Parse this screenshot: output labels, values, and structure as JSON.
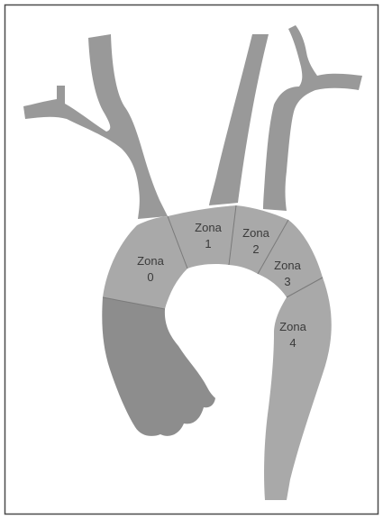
{
  "colors": {
    "frame": "#4a4a4a",
    "vessel": "#999999",
    "arch_segment": "#a9a9a9",
    "ascending_aorta": "#8d8d8d",
    "divider": "#7a7a7a",
    "label": "#3a3a3a",
    "background": "#ffffff"
  },
  "zones": [
    {
      "id": "zona-0",
      "word": "Zona",
      "number": "0"
    },
    {
      "id": "zona-1",
      "word": "Zona",
      "number": "1"
    },
    {
      "id": "zona-2",
      "word": "Zona",
      "number": "2"
    },
    {
      "id": "zona-3",
      "word": "Zona",
      "number": "3"
    },
    {
      "id": "zona-4",
      "word": "Zona",
      "number": "4"
    }
  ]
}
